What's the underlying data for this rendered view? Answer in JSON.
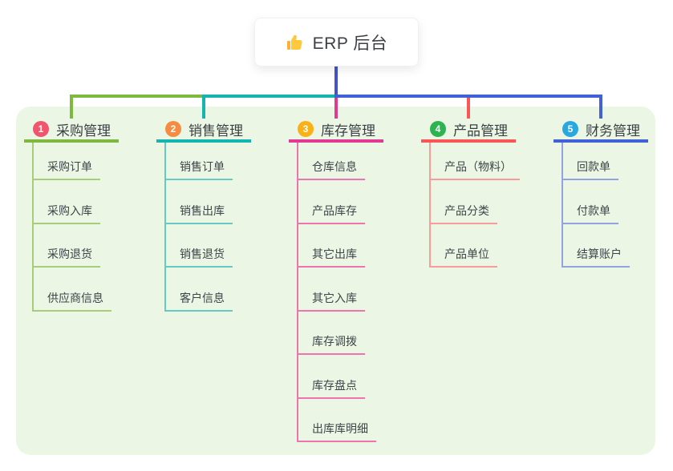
{
  "root": {
    "label": "ERP 后台",
    "icon": "thumbs-up-icon"
  },
  "colors": {
    "canvas_bg": "#ffffff",
    "panel_bg": "#EBF7E4",
    "root_line": "#4353CB",
    "title_text": "#3C4045",
    "child_text": "#40444A"
  },
  "branches": [
    {
      "number": "1",
      "title": "采购管理",
      "badge_color": "#F1556C",
      "line_color": "#7CB93E",
      "child_line_color": "#A6CE79",
      "children": [
        "采购订单",
        "采购入库",
        "采购退货",
        "供应商信息"
      ]
    },
    {
      "number": "2",
      "title": "销售管理",
      "badge_color": "#F68B42",
      "line_color": "#13B5AE",
      "child_line_color": "#66C9C3",
      "children": [
        "销售订单",
        "销售出库",
        "销售退货",
        "客户信息"
      ]
    },
    {
      "number": "3",
      "title": "库存管理",
      "badge_color": "#F9B115",
      "line_color": "#E13A92",
      "child_line_color": "#EC74AF",
      "children": [
        "仓库信息",
        "产品库存",
        "其它出库",
        "其它入库",
        "库存调拨",
        "库存盘点",
        "出库库明细"
      ]
    },
    {
      "number": "4",
      "title": "产品管理",
      "badge_color": "#2DB351",
      "line_color": "#FB5657",
      "child_line_color": "#F69C9B",
      "children": [
        "产品（物料）",
        "产品分类",
        "产品单位"
      ]
    },
    {
      "number": "5",
      "title": "财务管理",
      "badge_color": "#29A8E0",
      "line_color": "#4161D6",
      "child_line_color": "#92A4DF",
      "children": [
        "回款单",
        "付款单",
        "结算账户"
      ]
    }
  ]
}
